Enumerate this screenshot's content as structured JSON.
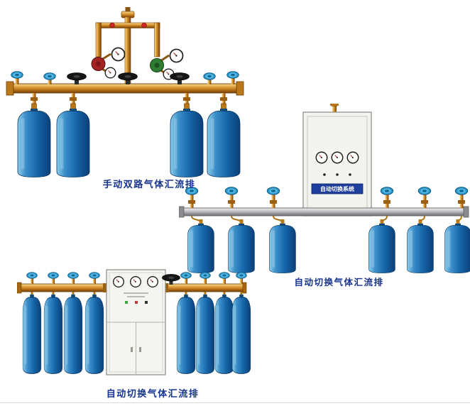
{
  "page": {
    "background": "#ffffff"
  },
  "figures": {
    "manual_dual": {
      "caption": "手动双路气体汇流排"
    },
    "auto_switch_right": {
      "caption": "自动切换气体汇流排"
    },
    "auto_switch_bottom": {
      "caption": "自动切换气体汇流排"
    }
  },
  "cabinet": {
    "label": "自动切换系统"
  },
  "colors": {
    "caption_text": "#16338e",
    "cylinder_blue": "#1565a8",
    "brass_pipe": "#c8811c",
    "silver_pipe": "#a8a8ac",
    "handwheel_blue": "#4cb4e3",
    "regulator_red": "#a32222",
    "regulator_green": "#2f7d33",
    "cabinet_face": "#f3f3ef"
  }
}
